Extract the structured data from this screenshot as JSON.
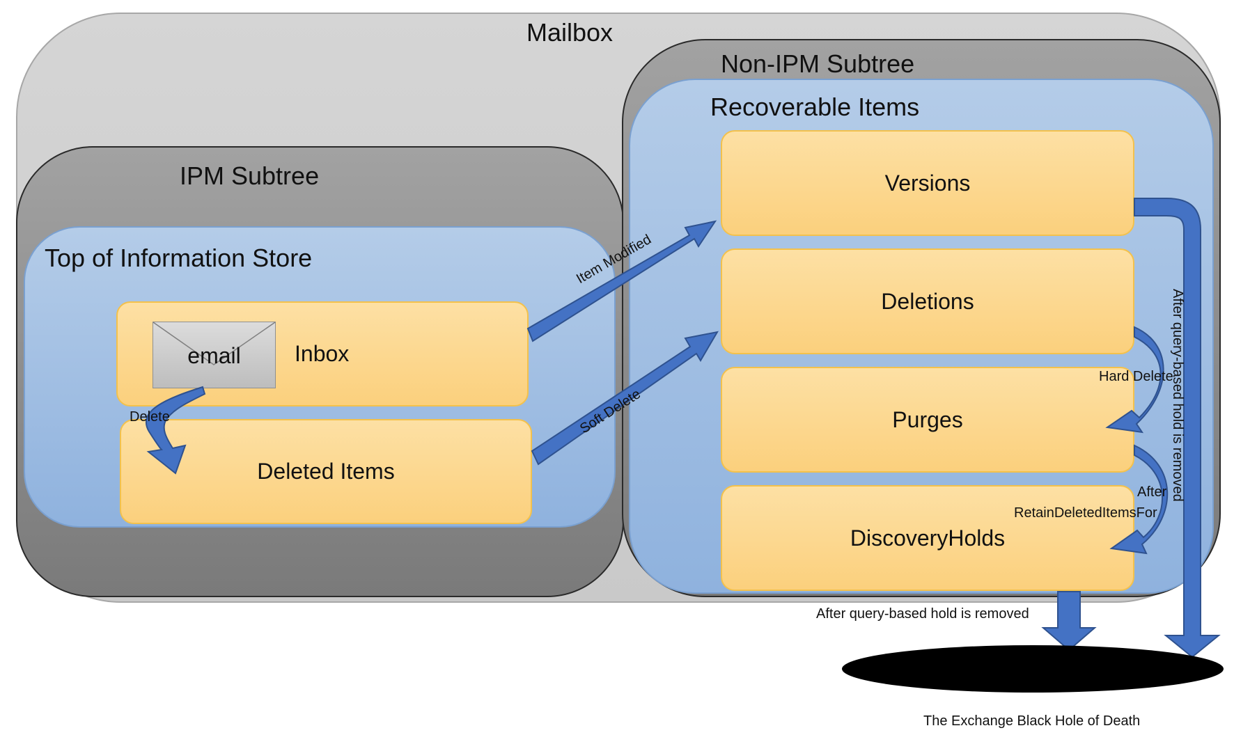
{
  "containers": {
    "mailbox": "Mailbox",
    "non_ipm_subtree": "Non-IPM Subtree",
    "ipm_subtree": "IPM Subtree",
    "recoverable_items": "Recoverable Items",
    "top_of_information_store": "Top of Information Store"
  },
  "folders": {
    "inbox": "Inbox",
    "deleted_items": "Deleted Items",
    "versions": "Versions",
    "deletions": "Deletions",
    "purges": "Purges",
    "discovery_holds": "DiscoveryHolds"
  },
  "envelope_text": "email",
  "arrow_labels": {
    "delete": "Delete",
    "item_modified": "Item Modified",
    "soft_delete": "Soft Delete",
    "hard_delete": "Hard Delete",
    "after_retain_line1": "After",
    "after_retain_line2": "RetainDeletedItemsFor",
    "query_hold_removed_bottom": "After query-based hold is removed",
    "query_hold_removed_vertical": "After query-based hold is removed"
  },
  "black_hole_caption": "The Exchange Black Hole of Death",
  "colors": {
    "arrow_fill": "#4472c4",
    "arrow_stroke": "#2f528f",
    "folder_fill": "#fcd68d",
    "folder_border": "#f3c14c",
    "blue_container": "#a3bfe4",
    "grey_container": "#8c8c8c",
    "mailbox_fill": "#d0d0d0",
    "black_hole": "#000000"
  }
}
